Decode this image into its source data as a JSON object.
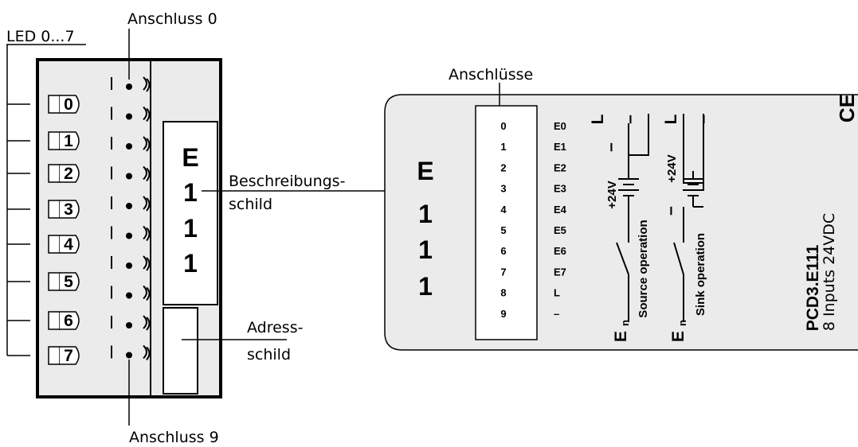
{
  "labels": {
    "led": "LED 0...7",
    "anschluss_top": "Anschluss 0",
    "anschluss_bottom": "Anschluss 9",
    "beschreibung_1": "Beschreibungs-",
    "beschreibung_2": "schild",
    "adress_1": "Adress-",
    "adress_2": "schild",
    "anschluesse": "Anschlüsse"
  },
  "module": {
    "led_numbers": [
      "0",
      "1",
      "2",
      "3",
      "4",
      "5",
      "6",
      "7"
    ],
    "label_chars": [
      "E",
      "1",
      "1",
      "1"
    ]
  },
  "card": {
    "big_chars": [
      "E",
      "1",
      "1",
      "1"
    ],
    "terminals": [
      "0",
      "1",
      "2",
      "3",
      "4",
      "5",
      "6",
      "7",
      "8",
      "9"
    ],
    "signals": [
      "E0",
      "E1",
      "E2",
      "E3",
      "E4",
      "E5",
      "E6",
      "E7",
      "L",
      "–"
    ],
    "source_op": "Source operation",
    "sink_op": "Sink operation",
    "plus24": "+24V",
    "minus": "–",
    "L": "L",
    "dash": "–",
    "en": "E",
    "en_sub": "n",
    "ce": "CE",
    "model": "PCD3.E111",
    "model_desc": "8 Inputs 24VDC"
  }
}
